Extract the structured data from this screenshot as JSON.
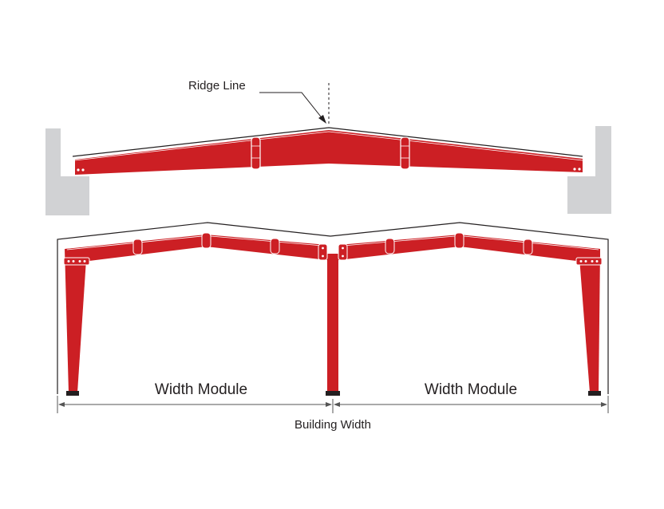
{
  "labels": {
    "ridge_line": "Ridge Line",
    "width_module_left": "Width Module",
    "width_module_right": "Width Module",
    "building_width": "Building Width"
  },
  "colors": {
    "steel": "#cc1f24",
    "steel_dark": "#a3151a",
    "support": "#d1d2d4",
    "outline": "#231f20",
    "dimension": "#555555"
  }
}
